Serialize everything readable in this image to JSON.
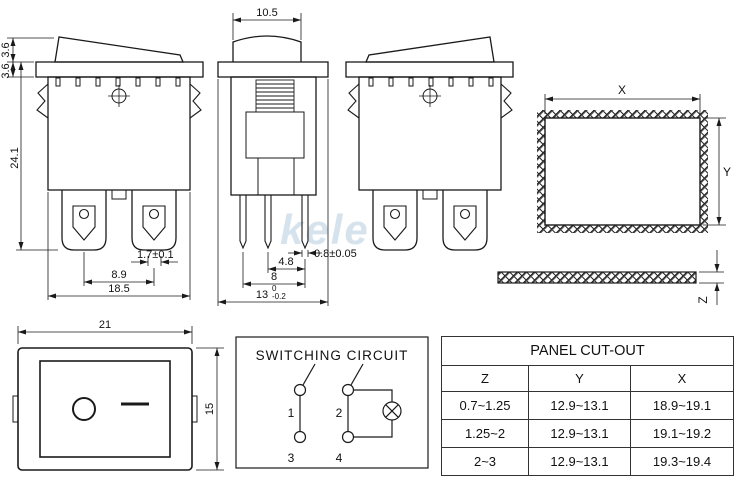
{
  "watermark": {
    "text": "kele"
  },
  "views": {
    "front": {
      "dims": {
        "rocker_height": "3.6",
        "flange_height": "3.6",
        "body_height": "24.1",
        "terminal_pitch": "8.9",
        "body_width": "18.5",
        "terminal_width": "1.7±0.1"
      }
    },
    "side": {
      "dims": {
        "rocker_width": "10.5",
        "pin_span_inner": "4.8",
        "pin_span_outer": "8",
        "depth": "13",
        "depth_tol_upper": "0",
        "depth_tol_lower": "-0.2",
        "pin_thickness": "0.8±0.05"
      }
    },
    "cutout": {
      "label_x": "X",
      "label_y": "Y",
      "label_z": "Z"
    },
    "face": {
      "dims": {
        "width": "21",
        "height": "15"
      }
    }
  },
  "circuit": {
    "title": "SWITCHING CIRCUIT",
    "terminals": [
      "1",
      "2",
      "3",
      "4"
    ]
  },
  "table": {
    "title": "PANEL CUT-OUT",
    "headers": [
      "Z",
      "Y",
      "X"
    ],
    "rows": [
      [
        "0.7~1.25",
        "12.9~13.1",
        "18.9~19.1"
      ],
      [
        "1.25~2",
        "12.9~13.1",
        "19.1~19.2"
      ],
      [
        "2~3",
        "12.9~13.1",
        "19.3~19.4"
      ]
    ]
  }
}
